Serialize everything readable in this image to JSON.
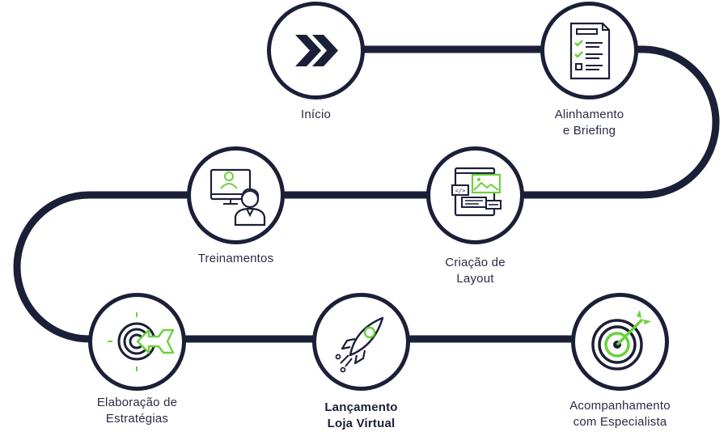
{
  "colors": {
    "track": "#1b1f38",
    "accent": "#6ad13c",
    "text": "#2a2d45"
  },
  "steps": [
    {
      "name": "step-inicio",
      "icon": "double-chevron-right-icon",
      "lines": [
        "Início"
      ],
      "bold": false
    },
    {
      "name": "step-alinhamento",
      "icon": "checklist-document-icon",
      "lines": [
        "Alinhamento",
        "e Briefing"
      ],
      "bold": false
    },
    {
      "name": "step-criacao",
      "icon": "web-layout-icon",
      "lines": [
        "Criação de",
        "Layout"
      ],
      "bold": false
    },
    {
      "name": "step-treinamentos",
      "icon": "user-training-icon",
      "lines": [
        "Treinamentos"
      ],
      "bold": false
    },
    {
      "name": "step-elaboracao",
      "icon": "target-arrow-strategy-icon",
      "lines": [
        "Elaboração de",
        "Estratégias"
      ],
      "bold": false
    },
    {
      "name": "step-lancamento",
      "icon": "rocket-icon",
      "lines": [
        "Lançamento",
        "Loja Virtual"
      ],
      "bold": true
    },
    {
      "name": "step-acompanhamento",
      "icon": "target-dart-icon",
      "lines": [
        "Acompanhamento",
        "com Especialista"
      ],
      "bold": false
    }
  ]
}
